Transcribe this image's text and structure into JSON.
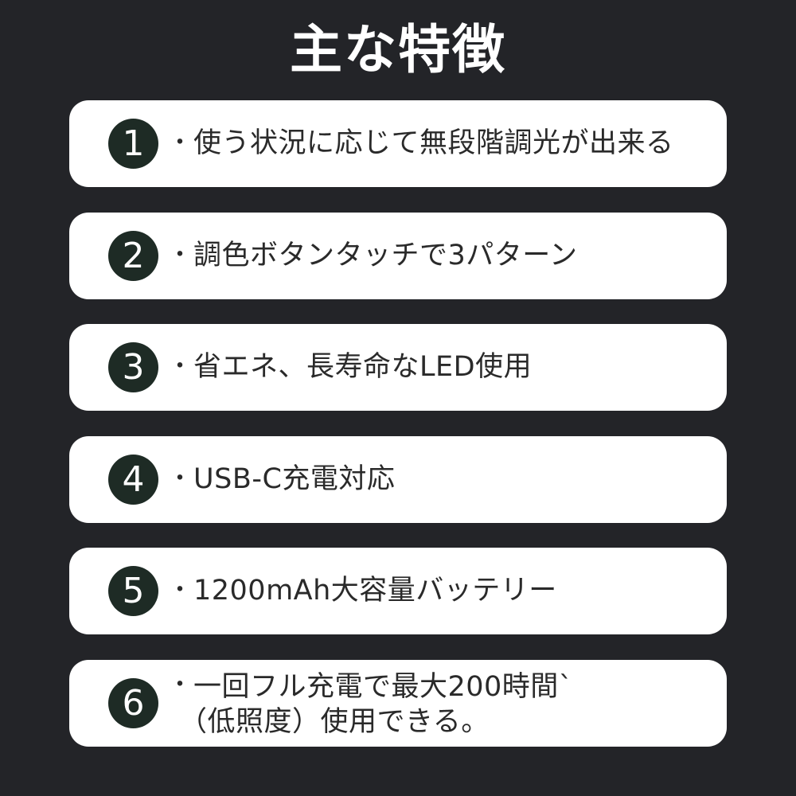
{
  "title": "主な特徴",
  "colors": {
    "background": "#232428",
    "card": "#ffffff",
    "badge": "#1e2b25",
    "text": "#2a2a2a"
  },
  "bullet_char": "・",
  "features": [
    {
      "number": "1",
      "text": "使う状況に応じて無段階調光が出来る"
    },
    {
      "number": "2",
      "text": "調色ボタンタッチで3パターン"
    },
    {
      "number": "3",
      "text": "省エネ、長寿命なLED使用"
    },
    {
      "number": "4",
      "text": "USB-C充電対応"
    },
    {
      "number": "5",
      "text": "1200mAh大容量バッテリー"
    },
    {
      "number": "6",
      "line1": "一回フル充電で最大200時間`",
      "line2": "（低照度）使用できる。"
    }
  ]
}
